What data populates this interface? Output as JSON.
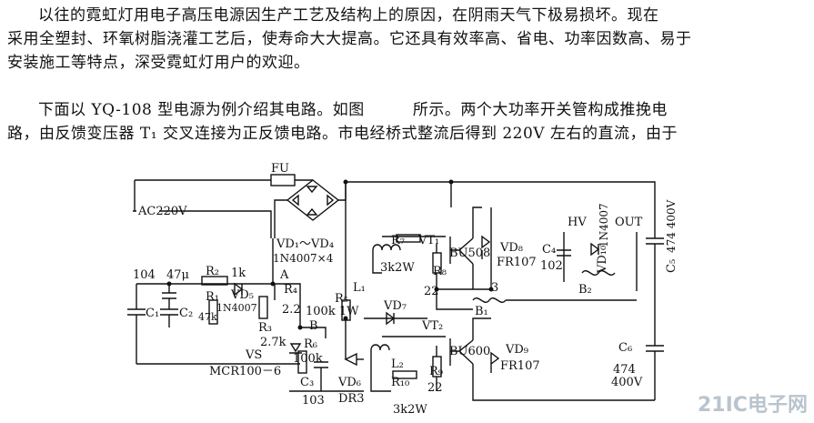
{
  "text": {
    "paragraph1": [
      "以往的霓虹灯用电子高压电源因生产工艺及结构上的原因，在阴雨天气下极易损坏。现在",
      "采用全塑封、环氧树脂浇灌工艺后，使寿命大大提高。它还具有效率高、省电、功率因数高、易于",
      "安装施工等特点，深受霓虹灯用户的欢迎。"
    ],
    "paragraph2": [
      "下面以 YQ-108 型电源为例介绍其电路。如图         所示。两个大功率开关管构成推挽电",
      "路，由反馈变压器 T₁ 交叉连接为正反馈电路。市电经桥式整流后得到 220V 左右的直流，由于"
    ]
  },
  "circuit": {
    "labels": {
      "fu": "FU",
      "ac": "AC220V",
      "vd14": "VD₁～VD₄",
      "vd14_part": "1N4007×4",
      "c104": "104",
      "c47u": "47μ",
      "r2": "R₂",
      "r1": "R₁",
      "r1k": "1k",
      "vd5": "VD₅",
      "vd5_part": "1N4007",
      "c1": "C₁",
      "c2": "C₂",
      "r47k": "47k",
      "node_a": "A",
      "r4": "R₄",
      "r4_val": "2.2",
      "r3": "R₃",
      "r3_val": "2.7k",
      "vs": "VS",
      "mcr": "MCR100－6",
      "node_b": "B",
      "r5": "R₅",
      "r5_val": "100k 1W",
      "r6": "R₆",
      "r6_val": "100k",
      "c3": "C₃",
      "c3_val": "103",
      "vd6": "VD₆",
      "vd6_part": "DR3",
      "vd7": "VD₇",
      "r7": "R₇",
      "r7_val": "3k2W",
      "vt1": "VT₁",
      "vt1_part": "BU508",
      "vd8": "VD₈",
      "vd8_part": "FR107",
      "r8": "R₈",
      "r8_val": "22",
      "l1": "L₁",
      "b1": "B₁",
      "pin3": "3",
      "hv": "HV",
      "out": "OUT",
      "c4": "C₄",
      "c4_val": "102",
      "vd10": "VD₁₀",
      "vd10_part": "1N4007",
      "b2": "B₂",
      "c5": "C₅",
      "c5_val": "474 400V",
      "vt2": "VT₂",
      "vt2_part": "BU600",
      "vd9": "VD₉",
      "vd9_part": "FR107",
      "l2": "L₂",
      "r10": "R₁₀",
      "r10_val": "3k2W",
      "r9": "R₉",
      "r9_val": "22",
      "c6": "C₆",
      "c6_val1": "474",
      "c6_val2": "400V"
    }
  },
  "watermark": {
    "text": "21IC电子网"
  },
  "colors": {
    "ink": "#111111",
    "watermark": "#b9c4ce"
  }
}
